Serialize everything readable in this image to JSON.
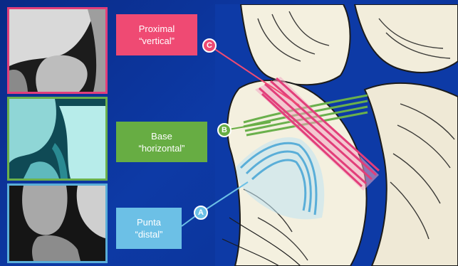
{
  "labels": {
    "c": {
      "marker": "C",
      "line1": "Proximal",
      "line2": "“vertical”",
      "color": "#ef4a73"
    },
    "b": {
      "marker": "B",
      "line1": "Base",
      "line2": "“horizontal”",
      "color": "#67ad43"
    },
    "a": {
      "marker": "A",
      "line1": "Punta",
      "line2": "“distal”",
      "color": "#6cc0e6"
    }
  },
  "background_color": "#0d3aa6"
}
